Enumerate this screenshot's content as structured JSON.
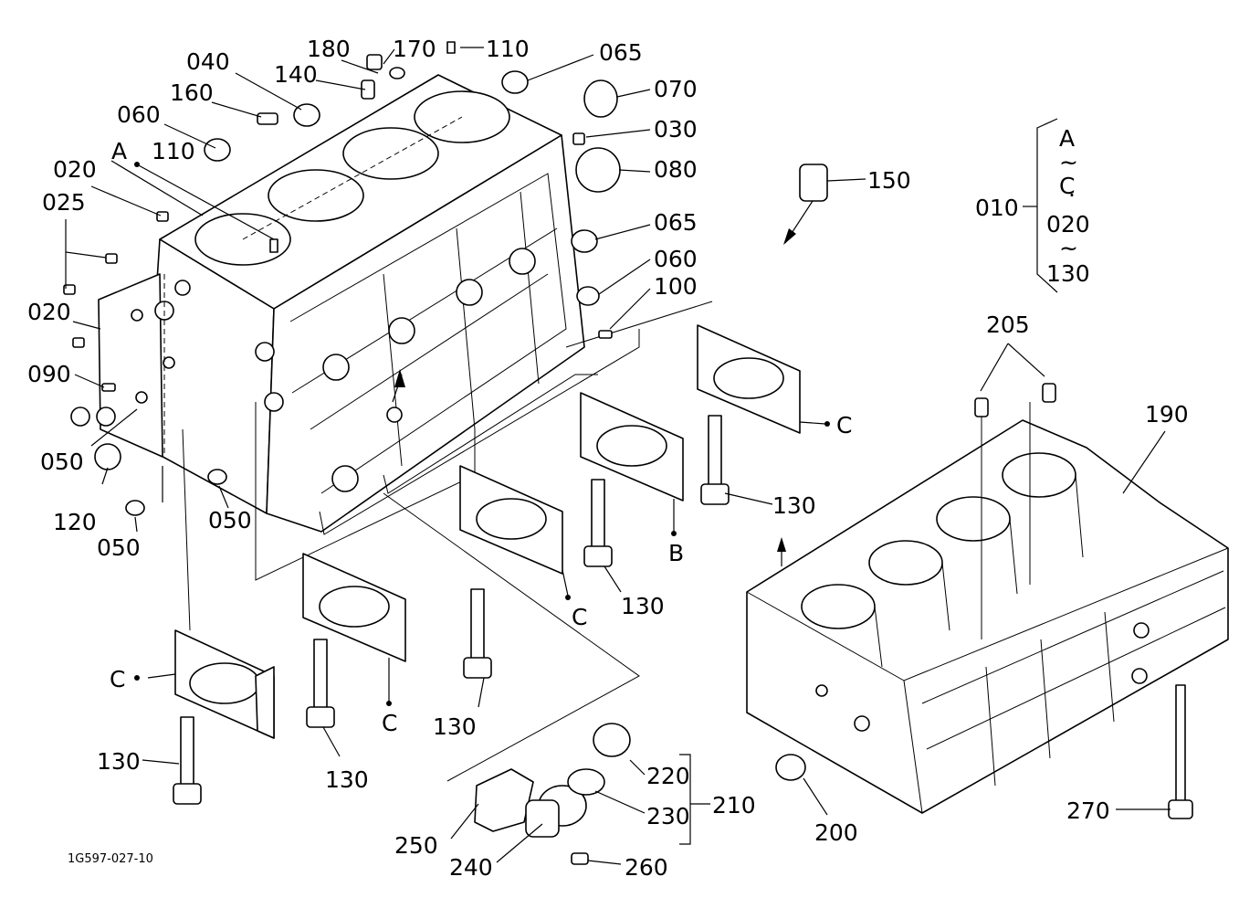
{
  "labels": {
    "p180": "180",
    "p170": "170",
    "p110a": "110",
    "p065a": "065",
    "p040": "040",
    "p140": "140",
    "p070": "070",
    "p160": "160",
    "p030": "030",
    "p060a": "060",
    "pA": "A",
    "p110b": "110",
    "p080": "080",
    "p020a": "020",
    "p025": "025",
    "p150": "150",
    "p065b": "065",
    "p060b": "060",
    "p020b": "020",
    "p100": "100",
    "p090": "090",
    "p050a": "050",
    "p050b": "050",
    "p120": "120",
    "p050c": "050",
    "p205": "205",
    "p190": "190",
    "pC1": "C",
    "p130a": "130",
    "pB": "B",
    "pC2": "C",
    "p130b": "130",
    "pC3": "C",
    "pC4": "C",
    "p130c": "130",
    "p130d": "130",
    "p130e": "130",
    "p220": "220",
    "p210": "210",
    "p230": "230",
    "p250": "250",
    "p240": "240",
    "p260": "260",
    "p200": "200",
    "p270": "270"
  },
  "legend": {
    "code": "010",
    "top1": "A",
    "tilde1": "~",
    "top2": "C",
    "dot": "·",
    "bot1": "020",
    "tilde2": "~",
    "bot2": "130"
  },
  "drawing_code": "1G597-027-10"
}
